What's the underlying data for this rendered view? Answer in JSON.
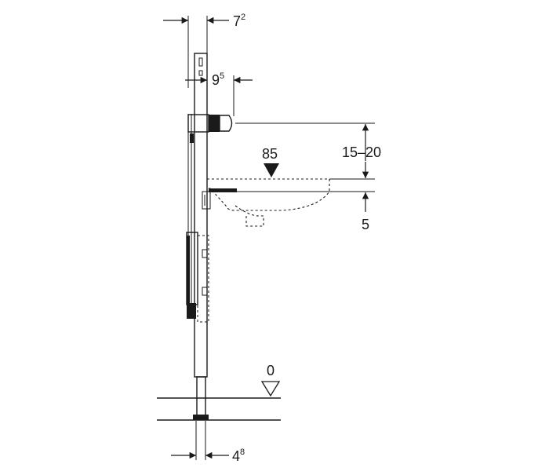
{
  "labels": {
    "frame_width": {
      "base": "7",
      "sup": "2"
    },
    "outlet_offset": {
      "base": "9",
      "sup": "5"
    },
    "basin_height": "85",
    "outlet_range": "15–20",
    "basin_drop": "5",
    "floor_level": "0",
    "foot_width": {
      "base": "4",
      "sup": "8"
    }
  },
  "colors": {
    "line": "#1a1a1a",
    "background": "#ffffff"
  }
}
